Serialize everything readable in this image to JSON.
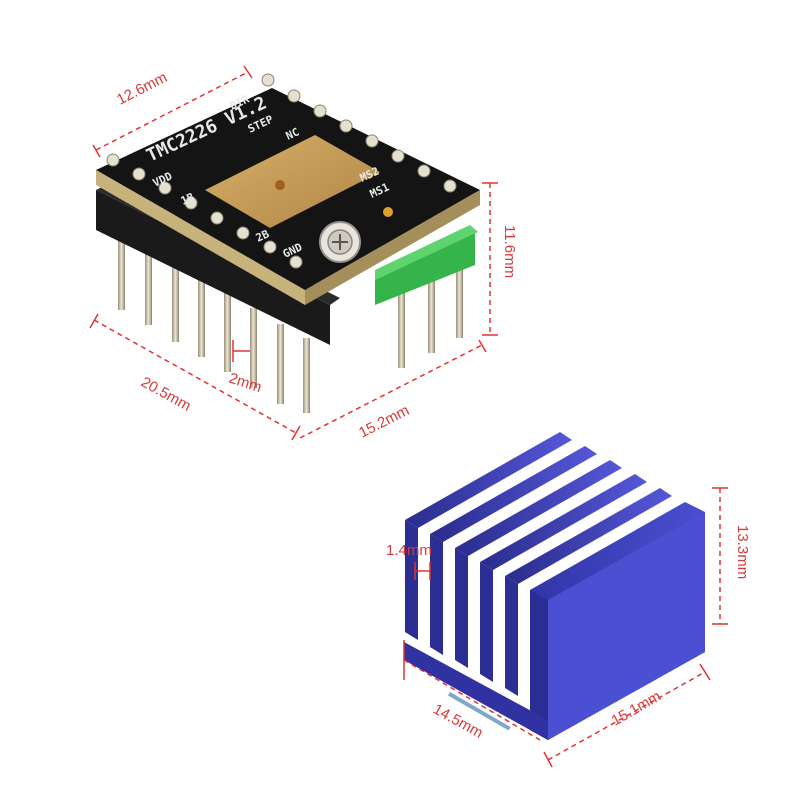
{
  "driver": {
    "silkscreen": {
      "model": "TMC2226 V1.2",
      "pins_left": [
        "VDD",
        "1B",
        "2B",
        "GND"
      ],
      "pins_right": [
        "DIR",
        "STEP",
        "NC",
        "MS2",
        "MS1"
      ]
    },
    "dimensions": {
      "top_width": "12.6mm",
      "height": "11.6mm",
      "length": "20.5mm",
      "width": "15.2mm",
      "pin_pitch": "2mm"
    }
  },
  "heatsink": {
    "dimensions": {
      "fin_thickness": "1.4mm",
      "height": "13.3mm",
      "depth": "14.5mm",
      "width": "15.1mm"
    }
  },
  "colors": {
    "dimension_lines": "#e03333",
    "pcb": "#111111",
    "gold_pad": "#c29a55",
    "heatsink": "#3b3fb8",
    "connector": "#35b44a"
  }
}
